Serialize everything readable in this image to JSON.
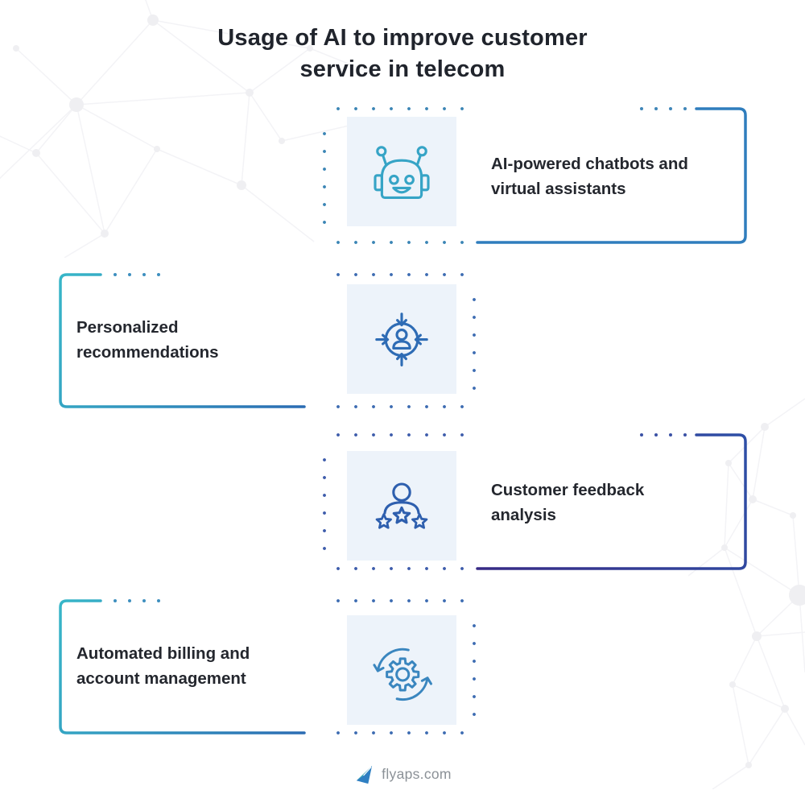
{
  "title": {
    "line1": "Usage of AI to improve customer",
    "line2": "service in telecom"
  },
  "items": [
    {
      "icon": "robot-icon",
      "label_line1": "AI-powered chatbots and",
      "label_line2": "virtual assistants"
    },
    {
      "icon": "target-user-icon",
      "label_line1": "Personalized",
      "label_line2": "recommendations"
    },
    {
      "icon": "person-stars-icon",
      "label_line1": "Customer feedback",
      "label_line2": "analysis"
    },
    {
      "icon": "gear-sync-icon",
      "label_line1": "Automated billing and",
      "label_line2": "account management"
    }
  ],
  "footer": {
    "logo_text": "flyaps.com"
  },
  "colors": {
    "title-text": "#20242c",
    "body-text": "#24272e",
    "icon-bg": "#edf3fa",
    "robot-teal": "#36a4c6",
    "target-blue": "#2e6cb5",
    "stars-navy": "#2e5fae",
    "gear-blue": "#3a86bf",
    "bracket-blue": "#2f7dbd",
    "bracket-teal": "#37b6c8",
    "bracket-gradient-blue": "#2b6cb3",
    "bracket-navy": "#2e4fa6",
    "bracket-purple": "#372a85",
    "dot-1": "#3b85b5",
    "dot-2": "#3d6cb2",
    "dot-3": "#3d5cab",
    "logo-text": "#8b9197"
  }
}
